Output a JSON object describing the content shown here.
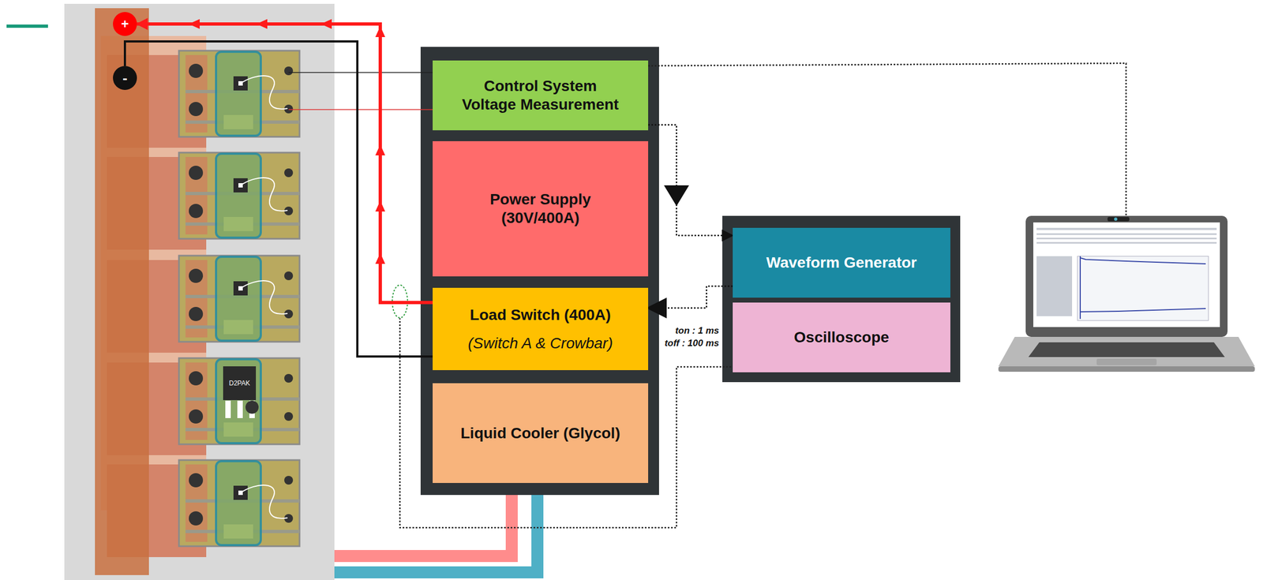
{
  "diagram": {
    "nodes": [
      {
        "text": [
          "+"
        ]
      },
      {
        "text": [
          "-"
        ]
      },
      {
        "text": [
          "D2PAK"
        ]
      },
      {
        "text": [
          "Control System Voltage Measurement"
        ]
      },
      {
        "text": [
          "Power Supply (30V/400A)"
        ]
      },
      {
        "text": [
          "Load Switch (400A)",
          "(Switch A & Crowbar)"
        ]
      },
      {
        "text": [
          "Liquid Cooler (Glycol)"
        ]
      },
      {
        "text": [
          "Waveform Generator"
        ]
      },
      {
        "text": [
          "Oscilloscope"
        ]
      }
    ],
    "edges": [
      {
        "from": 3,
        "to": 7,
        "arrow": "to"
      },
      {
        "from": 7,
        "to": 5,
        "arrow": "to"
      },
      {
        "from": 5,
        "to": 0,
        "arrow": "to"
      },
      {
        "from": 1,
        "to": 5,
        "arrow": "none"
      }
    ],
    "labels": [
      "ton : 1 ms",
      "toff : 100 ms"
    ]
  }
}
